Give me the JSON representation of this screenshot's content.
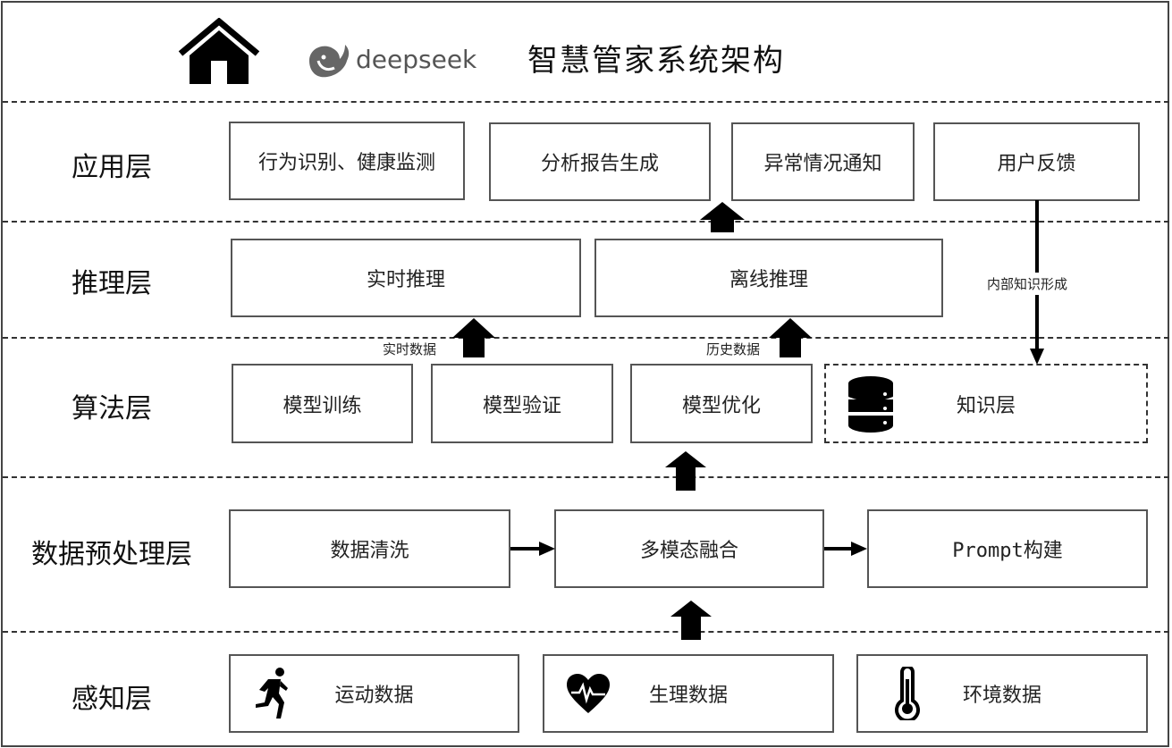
{
  "header": {
    "home_icon": "home-icon",
    "logo_icon": "deepseek-whale-logo",
    "logo_text": "deepseek",
    "title": "智慧管家系统架构"
  },
  "layers": {
    "application": {
      "label": "应用层",
      "boxes": [
        "行为识别、健康监测",
        "分析报告生成",
        "异常情况通知",
        "用户反馈"
      ]
    },
    "inference": {
      "label": "推理层",
      "boxes": [
        "实时推理",
        "离线推理"
      ],
      "feedback_label": "内部知识形成"
    },
    "algorithm": {
      "label": "算法层",
      "boxes": [
        "模型训练",
        "模型验证",
        "模型优化"
      ],
      "knowledge_box": {
        "label": "知识层",
        "icon": "database-icon"
      },
      "arrow_labels": [
        "实时数据",
        "历史数据"
      ]
    },
    "preprocessing": {
      "label": "数据预处理层",
      "boxes": [
        "数据清洗",
        "多模态融合",
        "Prompt构建"
      ]
    },
    "perception": {
      "label": "感知层",
      "boxes": [
        {
          "label": "运动数据",
          "icon": "running-person-icon"
        },
        {
          "label": "生理数据",
          "icon": "heart-pulse-icon"
        },
        {
          "label": "环境数据",
          "icon": "thermometer-icon"
        }
      ]
    }
  }
}
